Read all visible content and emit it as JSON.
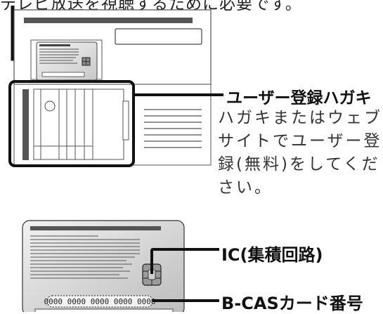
{
  "top_caption": "テレビ放送を視聴するために必要です。",
  "registration": {
    "title": "ユーザー登録ハガキ",
    "description": "ハガキまたはウェブサイトでユーザー登録(無料)をしてください。"
  },
  "card": {
    "ic_label": "IC(集積回路)",
    "number_label": "B-CASカード番号",
    "number_text": "0000 0000 0000 0000 0000"
  }
}
